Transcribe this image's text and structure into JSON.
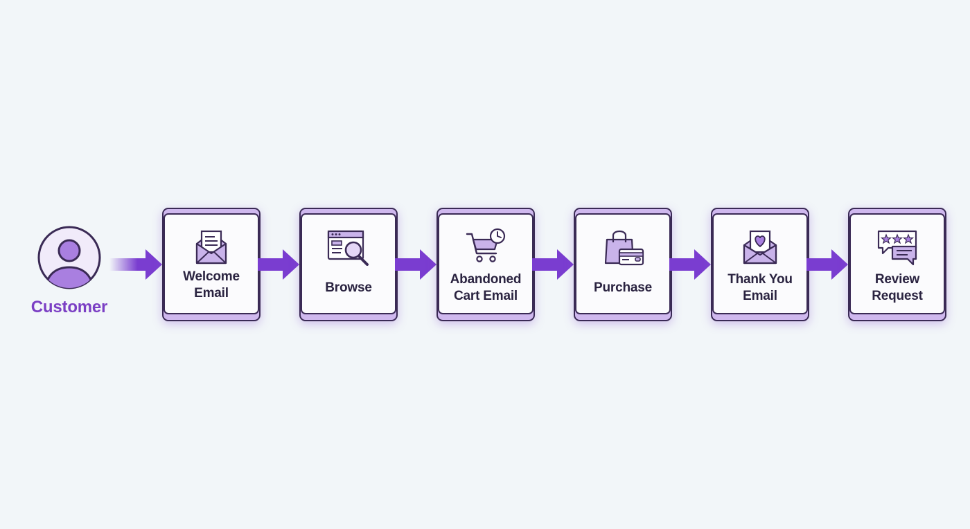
{
  "colors": {
    "background": "#f2f6f9",
    "accent": "#7b3fc4",
    "arrow": "#7a3dd0",
    "card_outline": "#3a2a55",
    "card_tab": "#cfb8ee",
    "icon_fill": "#c9b3ea",
    "text": "#2a2340"
  },
  "customer": {
    "label": "Customer",
    "icon": "user-avatar-icon"
  },
  "steps": [
    {
      "label": "Welcome\nEmail",
      "icon": "envelope-letter-icon"
    },
    {
      "label": "Browse",
      "icon": "browser-search-icon"
    },
    {
      "label": "Abandoned\nCart Email",
      "icon": "cart-clock-icon"
    },
    {
      "label": "Purchase",
      "icon": "shopping-bag-card-icon"
    },
    {
      "label": "Thank You\nEmail",
      "icon": "envelope-heart-icon"
    },
    {
      "label": "Review\nRequest",
      "icon": "review-stars-chat-icon"
    }
  ]
}
